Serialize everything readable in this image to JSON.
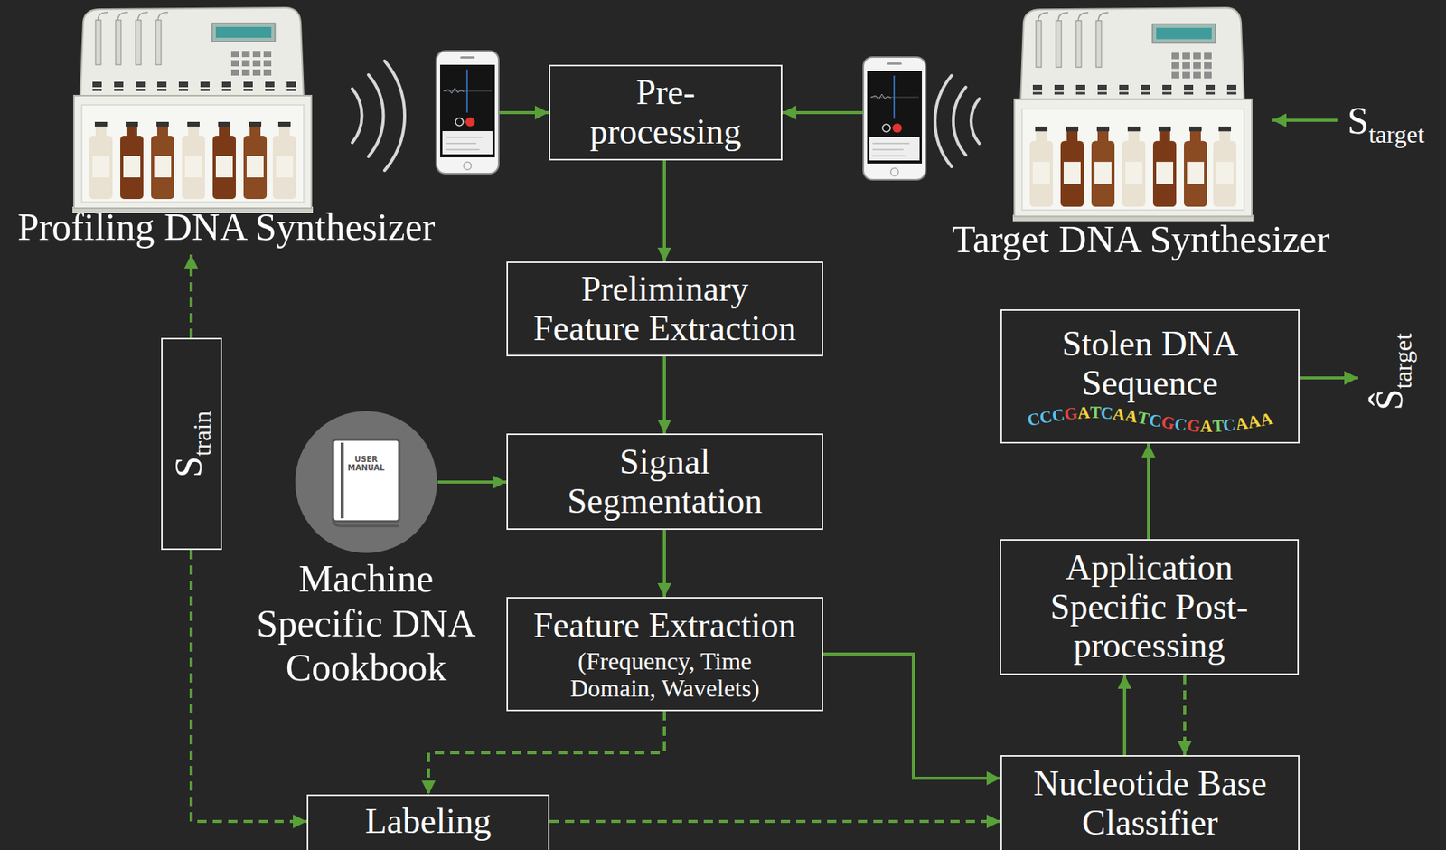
{
  "diagram": {
    "nodes": [
      {
        "text": [
          "Profiling DNA Synthesizer"
        ]
      },
      {
        "text": [
          "Pre-processing"
        ]
      },
      {
        "text": [
          "Target DNA Synthesizer"
        ]
      },
      {
        "text": [
          "Preliminary Feature Extraction"
        ]
      },
      {
        "text": [
          "Stolen DNA Sequence",
          "CCCGATCAATCGCGATCAAA"
        ]
      },
      {
        "text": [
          "S",
          "train"
        ]
      },
      {
        "text": [
          "USER MANUAL",
          "Machine Specific DNA Cookbook"
        ]
      },
      {
        "text": [
          "Signal Segmentation"
        ]
      },
      {
        "text": [
          "Application Specific Post-processing"
        ]
      },
      {
        "text": [
          "Feature Extraction",
          "(Frequency, Time Domain, Wavelets)"
        ]
      },
      {
        "text": [
          "Labeling"
        ]
      },
      {
        "text": [
          "Nucleotide Base Classifier"
        ]
      }
    ],
    "edges": [
      {
        "from": 0,
        "to": 1,
        "arrow": "to"
      },
      {
        "from": 2,
        "to": 1,
        "arrow": "to"
      },
      {
        "from": 1,
        "to": 3,
        "arrow": "to"
      },
      {
        "from": 3,
        "to": 7,
        "arrow": "to"
      },
      {
        "from": 6,
        "to": 7,
        "arrow": "to"
      },
      {
        "from": 7,
        "to": 9,
        "arrow": "to"
      },
      {
        "from": 9,
        "to": 11,
        "arrow": "to"
      },
      {
        "from": 9,
        "to": 10,
        "arrow": "to"
      },
      {
        "from": 5,
        "to": 0,
        "arrow": "to"
      },
      {
        "from": 5,
        "to": 10,
        "arrow": "to"
      },
      {
        "from": 10,
        "to": 11,
        "arrow": "to"
      },
      {
        "from": 11,
        "to": 8,
        "arrow": "to"
      },
      {
        "from": 8,
        "to": 11,
        "arrow": "to"
      },
      {
        "from": 8,
        "to": 4,
        "arrow": "to"
      }
    ],
    "labels": [
      "S",
      "target",
      "Ŝ",
      "target"
    ]
  }
}
